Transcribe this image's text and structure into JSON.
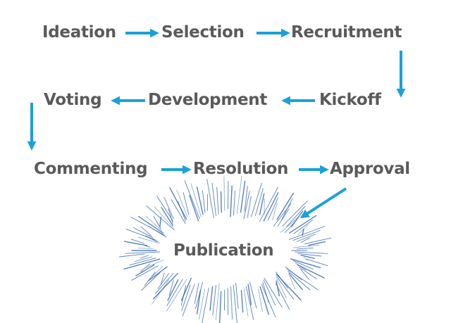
{
  "colors": {
    "text": "#5a5a5a",
    "arrow": "#1aa0dc",
    "burst": "#3a6db0"
  },
  "steps": {
    "ideation": "Ideation",
    "selection": "Selection",
    "recruitment": "Recruitment",
    "voting": "Voting",
    "development": "Development",
    "kickoff": "Kickoff",
    "commenting": "Commenting",
    "resolution": "Resolution",
    "approval": "Approval",
    "publication": "Publication"
  }
}
